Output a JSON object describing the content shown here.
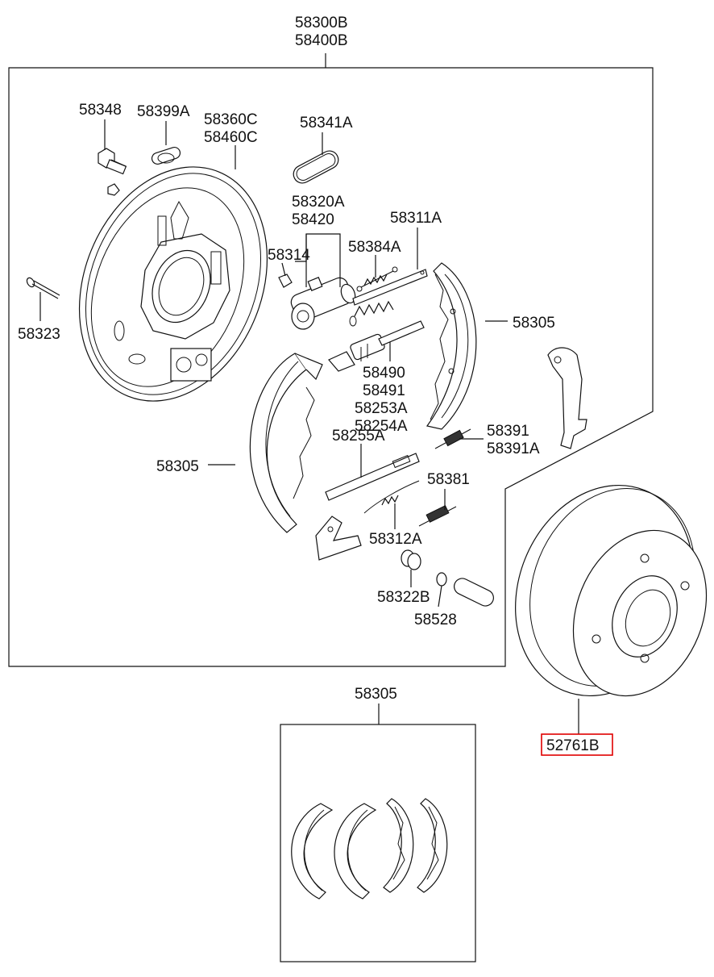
{
  "callouts": {
    "assembly": [
      "58300B",
      "58400B"
    ],
    "bolt": "58348",
    "plug": "58399A",
    "backing_plate": [
      "58360C",
      "58460C"
    ],
    "seal_ring": "58341A",
    "wheel_cylinder": [
      "58320A",
      "58420"
    ],
    "bleeder": "58314",
    "spring_384": "58384A",
    "strut_311": "58311A",
    "pin_323": "58323",
    "shoe_right": "58305",
    "adjuster": [
      "58490",
      "58491",
      "58253A",
      "58254A"
    ],
    "strut_255": "58255A",
    "shoe_left": "58305",
    "spring_391": [
      "58391",
      "58391A"
    ],
    "spring_381": "58381",
    "spring_312": "58312A",
    "hold_spring": "58322B",
    "hold_pin": "58528",
    "shoe_kit": "58305",
    "drum": "52761B"
  },
  "colors": {
    "line": "#111111",
    "highlight": "#e00000",
    "background": "#ffffff"
  }
}
